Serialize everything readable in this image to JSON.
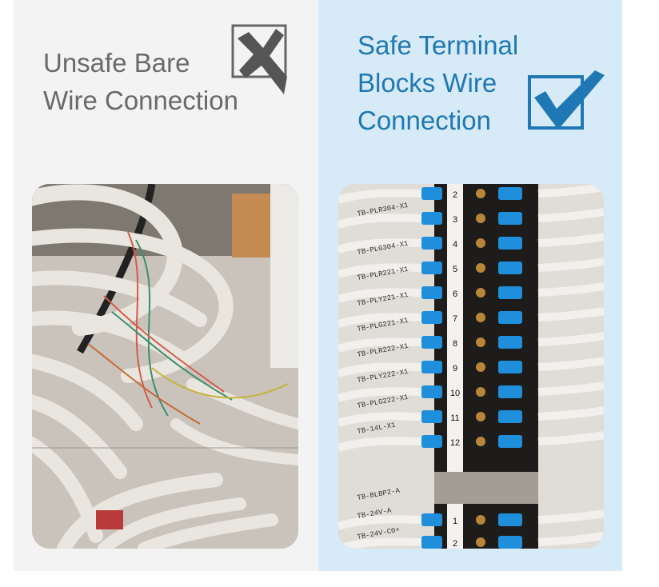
{
  "left_panel": {
    "heading_line1": "Unsafe Bare",
    "heading_line2": "Wire Connection",
    "icon": "cross-in-box-icon",
    "photo": "bare-tangled-wires-photo",
    "background_color": "#f3f3f3",
    "text_color": "#6a6a6a"
  },
  "right_panel": {
    "heading_line1": "Safe Terminal",
    "heading_line2": "Blocks Wire",
    "heading_line3": "Connection",
    "icon": "checkmark-in-box-icon",
    "photo": "terminal-block-rail-photo",
    "background_color": "#d6eaf8",
    "text_color": "#1f78b4",
    "terminal_numbers": [
      "2",
      "3",
      "4",
      "5",
      "6",
      "7",
      "8",
      "9",
      "10",
      "11",
      "12",
      "1",
      "2"
    ],
    "wire_labels": [
      "TB-PLR304-X1",
      "TB-PLG304-X1",
      "TB-PLR221-X1",
      "TB-PLY221-X1",
      "TB-PLG221-X1",
      "TB-PLR222-X1",
      "TB-PLY222-X1",
      "TB-PLG222-X1",
      "TB-14L-X1",
      "TB-BLBP2-A",
      "TB-24V-A",
      "TB-24V-C0+"
    ]
  }
}
